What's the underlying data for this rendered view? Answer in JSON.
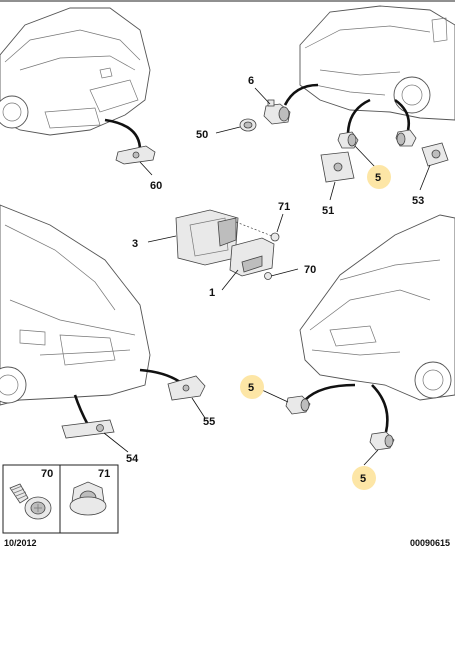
{
  "labels": {
    "p6": "6",
    "p50": "50",
    "p60": "60",
    "p5a": "5",
    "p51": "51",
    "p53": "53",
    "p71": "71",
    "p3": "3",
    "p70": "70",
    "p1": "1",
    "p5b": "5",
    "p55": "55",
    "p54": "54",
    "p5c": "5"
  },
  "legend": {
    "left_label": "70",
    "right_label": "71"
  },
  "footer": {
    "date": "10/2012",
    "reference": "00090615"
  },
  "colors": {
    "highlight": "#fde6a6",
    "line": "#111111",
    "part_fill": "#e9e9e9"
  }
}
